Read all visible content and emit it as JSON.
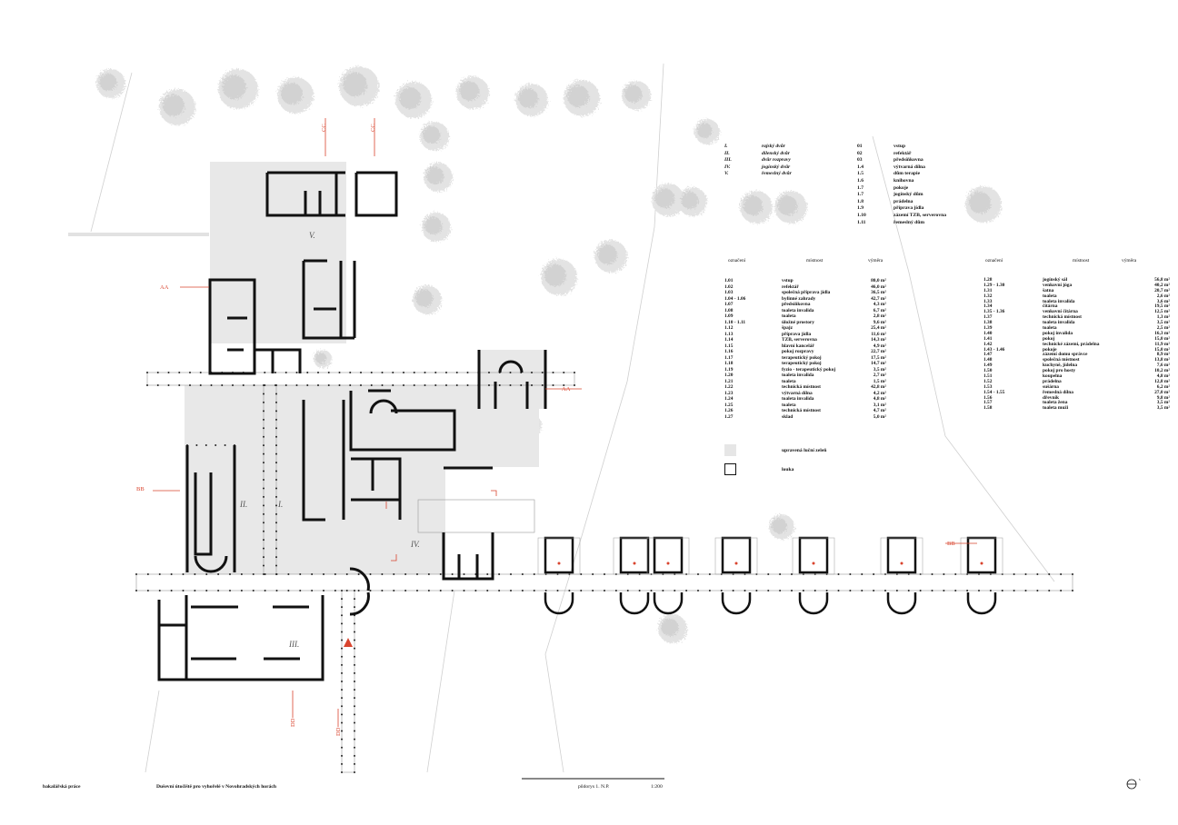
{
  "legend": {
    "courtyards": [
      {
        "code": "I.",
        "name": "rajský dvůr"
      },
      {
        "code": "II.",
        "name": "dílenský dvůr"
      },
      {
        "code": "III.",
        "name": "dvůr rozpravy"
      },
      {
        "code": "IV.",
        "name": "jogínský dvůr"
      },
      {
        "code": "V.",
        "name": "řemeslný dvůr"
      }
    ],
    "functions": [
      {
        "code": "01",
        "name": "vstup"
      },
      {
        "code": "02",
        "name": "refektář"
      },
      {
        "code": "03",
        "name": "předsíňkovna"
      },
      {
        "code": "1.4",
        "name": "výtvarná dílna"
      },
      {
        "code": "1.5",
        "name": "dům terapie"
      },
      {
        "code": "1.6",
        "name": "knihovna"
      },
      {
        "code": "1.7",
        "name": "pokoje"
      },
      {
        "code": "1.7",
        "name": "jogínský dům"
      },
      {
        "code": "1.8",
        "name": "prádelna"
      },
      {
        "code": "1.9",
        "name": "příprava jídla"
      },
      {
        "code": "1.10",
        "name": "zázemí TZB, serverovna"
      },
      {
        "code": "1.11",
        "name": "řemeslný dům"
      }
    ]
  },
  "rooms_left": {
    "headers": {
      "code": "označení",
      "name": "místnost",
      "area": "výměra"
    },
    "rows": [
      {
        "code": "1.01",
        "name": "vstup",
        "area": "80,0 m²"
      },
      {
        "code": "1.02",
        "name": "refektář",
        "area": "46,0 m²"
      },
      {
        "code": "1.03",
        "name": "společná příprava jídla",
        "area": "36,5 m²"
      },
      {
        "code": "1.04 - 1.06",
        "name": "bylinné zahrady",
        "area": "42,7 m²"
      },
      {
        "code": "1.07",
        "name": "předsíňkovna",
        "area": "4,3 m²"
      },
      {
        "code": "1.08",
        "name": "toaleta invalida",
        "area": "6,7 m²"
      },
      {
        "code": "1.09",
        "name": "toaleta",
        "area": "2,8 m²"
      },
      {
        "code": "1.10 - 1.11",
        "name": "úložné prostory",
        "area": "9,6 m²"
      },
      {
        "code": "1.12",
        "name": "špajz",
        "area": "25,4 m²"
      },
      {
        "code": "1.13",
        "name": "příprava jídla",
        "area": "11,6 m²"
      },
      {
        "code": "1.14",
        "name": "TZB, serverovna",
        "area": "14,3 m²"
      },
      {
        "code": "1.15",
        "name": "hlavní kancelář",
        "area": "4,9 m²"
      },
      {
        "code": "1.16",
        "name": "pokoj rozpravy",
        "area": "22,7 m²"
      },
      {
        "code": "1.17",
        "name": "terapeutický pokoj",
        "area": "17,5 m²"
      },
      {
        "code": "1.18",
        "name": "terapeutický pokoj",
        "area": "14,7 m²"
      },
      {
        "code": "1.19",
        "name": "fyzio - terapeutický pokoj",
        "area": "3,5 m²"
      },
      {
        "code": "1.20",
        "name": "toaleta invalida",
        "area": "2,7 m²"
      },
      {
        "code": "1.21",
        "name": "toaleta",
        "area": "1,5 m²"
      },
      {
        "code": "1.22",
        "name": "technická místnost",
        "area": "42,8 m²"
      },
      {
        "code": "1.23",
        "name": "výtvarná dílna",
        "area": "4,2 m²"
      },
      {
        "code": "1.24",
        "name": "toaleta invalida",
        "area": "4,8 m²"
      },
      {
        "code": "1.25",
        "name": "toaleta",
        "area": "3,1 m²"
      },
      {
        "code": "1.26",
        "name": "technická místnost",
        "area": "4,7 m²"
      },
      {
        "code": "1.27",
        "name": "sklad",
        "area": "5,0 m²"
      }
    ]
  },
  "rooms_right": {
    "headers": {
      "code": "označení",
      "name": "místnost",
      "area": "výměra"
    },
    "rows": [
      {
        "code": "1.28",
        "name": "jogínský sál",
        "area": "56,8 m²"
      },
      {
        "code": "1.29 - 1.30",
        "name": "venkovní jóga",
        "area": "40,2 m²"
      },
      {
        "code": "1.31",
        "name": "šatna",
        "area": "20,7 m²"
      },
      {
        "code": "1.32",
        "name": "toaleta",
        "area": "2,6 m²"
      },
      {
        "code": "1.33",
        "name": "toaleta invalida",
        "area": "3,6 m²"
      },
      {
        "code": "1.34",
        "name": "čítárna",
        "area": "19,5 m²"
      },
      {
        "code": "1.35 - 1.36",
        "name": "venkovní čítárna",
        "area": "12,5 m²"
      },
      {
        "code": "1.37",
        "name": "technická místnost",
        "area": "1,3 m²"
      },
      {
        "code": "1.38",
        "name": "toaleta invalida",
        "area": "3,5 m²"
      },
      {
        "code": "1.39",
        "name": "toaleta",
        "area": "2,5 m²"
      },
      {
        "code": "1.40",
        "name": "pokoj invalida",
        "area": "16,3 m²"
      },
      {
        "code": "1.41",
        "name": "pokoj",
        "area": "15,0 m²"
      },
      {
        "code": "1.42",
        "name": "technické zázemí, prádelna",
        "area": "11,9 m²"
      },
      {
        "code": "1.43 - 1.46",
        "name": "pokoje",
        "area": "15,0 m²"
      },
      {
        "code": "1.47",
        "name": "zázemí domu správce",
        "area": "8,9 m²"
      },
      {
        "code": "1.48",
        "name": "společná místnost",
        "area": "13,8 m²"
      },
      {
        "code": "1.49",
        "name": "kuchyně, jídelna",
        "area": "7,6 m²"
      },
      {
        "code": "1.50",
        "name": "pokoj pro hosty",
        "area": "10,2 m²"
      },
      {
        "code": "1.51",
        "name": "koupelna",
        "area": "4,8 m²"
      },
      {
        "code": "1.52",
        "name": "prádelna",
        "area": "12,8 m²"
      },
      {
        "code": "1.53",
        "name": "sušárna",
        "area": "6,2 m²"
      },
      {
        "code": "1.54 - 1.55",
        "name": "řemeslná dílna",
        "area": "27,0 m²"
      },
      {
        "code": "1.56",
        "name": "dřevník",
        "area": "9,8 m²"
      },
      {
        "code": "1.57",
        "name": "toaleta žena",
        "area": "3,5 m²"
      },
      {
        "code": "1.58",
        "name": "toaleta muži",
        "area": "3,5 m²"
      }
    ]
  },
  "surface_legend": [
    {
      "name": "upravená luční zeleň",
      "color": "#e6e6e6"
    },
    {
      "name": "louka",
      "color": "#ffffff"
    }
  ],
  "plan": {
    "courtyard_labels": [
      "I.",
      "II.",
      "III.",
      "IV.",
      "V."
    ],
    "section_marks": [
      "AA",
      "AA",
      "BB",
      "BB",
      "CC",
      "CC",
      "DD",
      "DD"
    ],
    "accent_color": "#d9442e"
  },
  "footer": {
    "type": "bakalářská práce",
    "title": "Duševní útočiště pro vyhořelé v Novohradských horách",
    "sheet": "půdorys 1. N.P.",
    "scale": "1:200"
  }
}
